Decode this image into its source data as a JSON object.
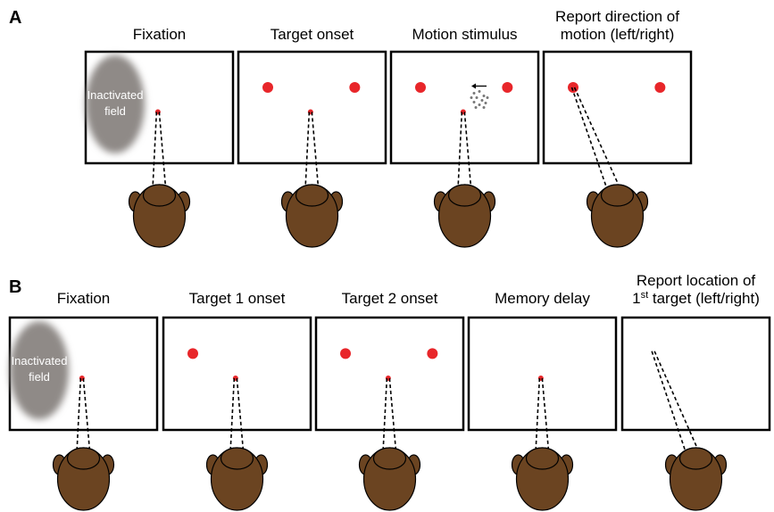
{
  "panels": [
    {
      "letter": "A",
      "steps": [
        {
          "label_lines": [
            "Fixation"
          ],
          "inactivated_field": true,
          "inactivated_lines": [
            "Inactivated",
            "field"
          ],
          "fixation": true,
          "targets": [],
          "motion": false,
          "gaze": "fixation"
        },
        {
          "label_lines": [
            "Target onset"
          ],
          "inactivated_field": false,
          "fixation": true,
          "targets": [
            "left",
            "right"
          ],
          "motion": false,
          "gaze": "fixation"
        },
        {
          "label_lines": [
            "Motion stimulus"
          ],
          "inactivated_field": false,
          "fixation": true,
          "targets": [
            "left",
            "right"
          ],
          "motion": true,
          "gaze": "fixation"
        },
        {
          "label_lines": [
            "Report direction of",
            "motion (left/right)"
          ],
          "inactivated_field": false,
          "fixation": false,
          "targets": [
            "left",
            "right"
          ],
          "motion": false,
          "gaze": "left-target"
        }
      ]
    },
    {
      "letter": "B",
      "steps": [
        {
          "label_lines": [
            "Fixation"
          ],
          "inactivated_field": true,
          "inactivated_lines": [
            "Inactivated",
            "field"
          ],
          "fixation": true,
          "targets": [],
          "motion": false,
          "gaze": "fixation"
        },
        {
          "label_lines": [
            "Target 1 onset"
          ],
          "inactivated_field": false,
          "fixation": true,
          "targets": [
            "left"
          ],
          "motion": false,
          "gaze": "fixation"
        },
        {
          "label_lines": [
            "Target 2 onset"
          ],
          "inactivated_field": false,
          "fixation": true,
          "targets": [
            "left",
            "right"
          ],
          "motion": false,
          "gaze": "fixation"
        },
        {
          "label_lines": [
            "Memory delay"
          ],
          "inactivated_field": false,
          "fixation": true,
          "targets": [],
          "motion": false,
          "gaze": "fixation"
        },
        {
          "label_lines": [
            "Report location of",
            "1|st| target (left/right)"
          ],
          "inactivated_field": false,
          "fixation": false,
          "targets": [],
          "motion": false,
          "gaze": "left-empty"
        }
      ]
    }
  ],
  "colors": {
    "target": "#e8262a",
    "head": "#6b4421",
    "head_outline": "#000000",
    "inactivated_field": "#8f8a87",
    "motion_dots": "#777777"
  }
}
